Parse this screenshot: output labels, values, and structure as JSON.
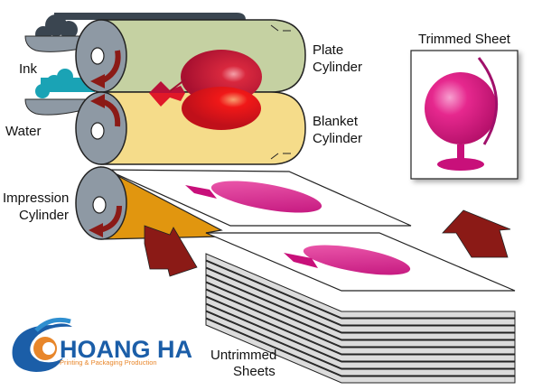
{
  "title": "Offset Lithography Printing Process",
  "labels": {
    "ink": "Ink",
    "water": "Water",
    "plate_line1": "Plate",
    "plate_line2": "Cylinder",
    "blanket_line1": "Blanket",
    "blanket_line2": "Cylinder",
    "impression_line1": "Impression",
    "impression_line2": "Cylinder",
    "trimmed_sheet": "Trimmed Sheet",
    "untrimmed_line1": "Untrimmed",
    "untrimmed_line2": "Sheets"
  },
  "logo": {
    "name": "HOANG HA",
    "tagline": "Printing & Packaging Production"
  },
  "colors": {
    "plate_cylinder": "#c5d1a2",
    "blanket_cylinder": "#f5dc8a",
    "impression_cylinder": "#e1960f",
    "cylinder_end": "#8e99a4",
    "arrow": "#8b1a16",
    "ink_rollers": "#3a4550",
    "water_rollers": "#1aa3b5",
    "print_magenta": "#e0208a",
    "balloon_red": "#d81f3a",
    "logo_blue": "#1b5ea8",
    "logo_orange": "#e8862a"
  }
}
